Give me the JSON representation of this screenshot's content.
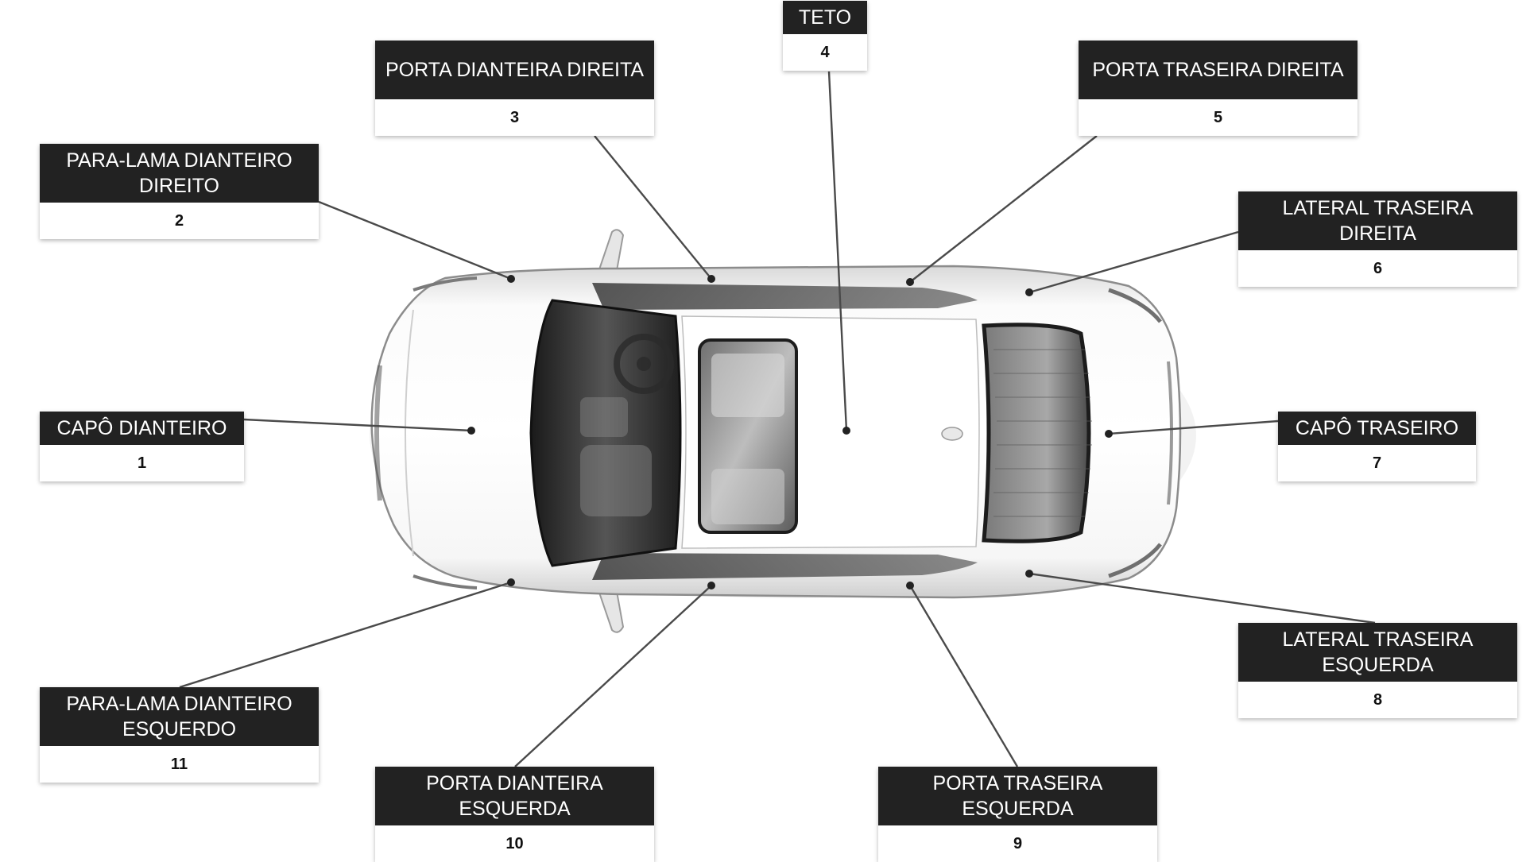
{
  "diagram": {
    "parts": [
      {
        "id": "capo-dianteiro",
        "label": "CAPÔ DIANTEIRO",
        "number": "1"
      },
      {
        "id": "para-lama-dianteiro-direito",
        "label": "PARA-LAMA DIANTEIRO DIREITO",
        "number": "2"
      },
      {
        "id": "porta-dianteira-direita",
        "label": "PORTA DIANTEIRA DIREITA",
        "number": "3"
      },
      {
        "id": "teto",
        "label": "TETO",
        "number": "4"
      },
      {
        "id": "porta-traseira-direita",
        "label": "PORTA TRASEIRA DIREITA",
        "number": "5"
      },
      {
        "id": "lateral-traseira-direita",
        "label": "LATERAL TRASEIRA DIREITA",
        "number": "6"
      },
      {
        "id": "capo-traseiro",
        "label": "CAPÔ TRASEIRO",
        "number": "7"
      },
      {
        "id": "lateral-traseira-esquerda",
        "label": "LATERAL TRASEIRA ESQUERDA",
        "number": "8"
      },
      {
        "id": "porta-traseira-esquerda",
        "label": "PORTA TRASEIRA ESQUERDA",
        "number": "9"
      },
      {
        "id": "porta-dianteira-esquerda",
        "label": "PORTA DIANTEIRA ESQUERDA",
        "number": "10"
      },
      {
        "id": "para-lama-dianteiro-esquerdo",
        "label": "PARA-LAMA DIANTEIRO ESQUERDO",
        "number": "11"
      }
    ],
    "colors": {
      "label_background": "#222222",
      "label_text": "#ffffff",
      "number_text": "#111111",
      "leader_line": "#4a4a4a",
      "car_body": "#f2f2f2",
      "glass": "#2a2a2a"
    }
  }
}
